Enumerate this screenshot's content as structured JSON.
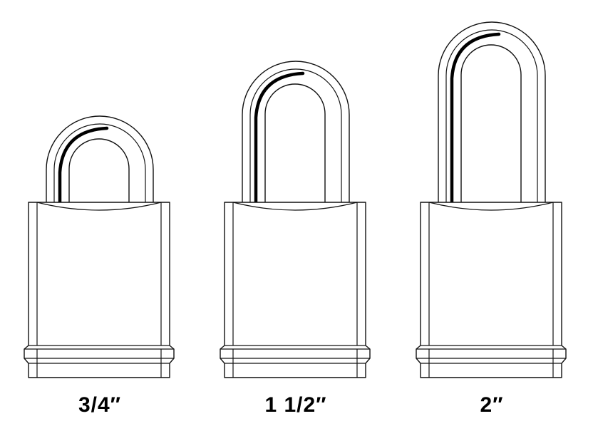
{
  "padlocks": [
    {
      "label": "3/4″",
      "shackle_clearance_in": 0.75
    },
    {
      "label": "1 1/2″",
      "shackle_clearance_in": 1.5
    },
    {
      "label": "2″",
      "shackle_clearance_in": 2.0
    }
  ],
  "colors": {
    "background": "#ffffff",
    "line": "#111111"
  }
}
